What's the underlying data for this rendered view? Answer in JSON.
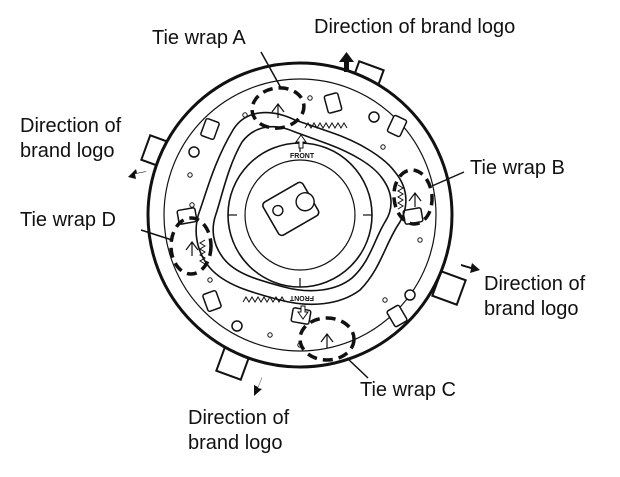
{
  "diagram": {
    "labels": {
      "tie_wrap_a": "Tie wrap A",
      "tie_wrap_b": "Tie wrap B",
      "tie_wrap_c": "Tie wrap C",
      "tie_wrap_d": "Tie wrap D",
      "dir_top_right": "Direction of brand logo",
      "dir_left_line1": "Direction of",
      "dir_left_line2": "brand logo",
      "dir_right_line1": "Direction of",
      "dir_right_line2": "brand logo",
      "dir_bottom_line1": "Direction of",
      "dir_bottom_line2": "brand logo"
    },
    "board_marks": {
      "front_top": "FRONT",
      "front_bottom": "FRONT"
    }
  }
}
